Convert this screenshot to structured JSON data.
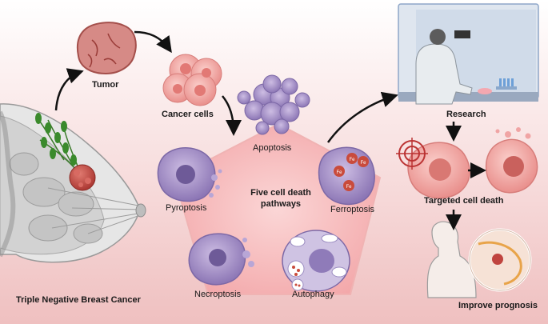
{
  "labels": {
    "tumor": "Tumor",
    "cancer_cells": "Cancer cells",
    "research": "Research",
    "center_title": "Five cell death pathways",
    "apoptosis": "Apoptosis",
    "pyroptosis": "Pyroptosis",
    "ferroptosis": "Ferroptosis",
    "necroptosis": "Necroptosis",
    "autophagy": "Autophagy",
    "targeted": "Targeted cell death",
    "prognosis": "Improve prognosis",
    "tnbc": "Triple Negative Breast Cancer",
    "fe": "Fe"
  },
  "colors": {
    "background_top": "#ffffff",
    "background_bottom": "#f2c8c8",
    "pentagon_fill": "#f5b6b6",
    "cell_pink": "#f0a4a4",
    "cell_purple": "#9b86bf",
    "tumor_red": "#c0443f",
    "lymph_green": "#3a7a2a",
    "arrow": "#111111",
    "hood_blue": "#8ea6c8"
  }
}
